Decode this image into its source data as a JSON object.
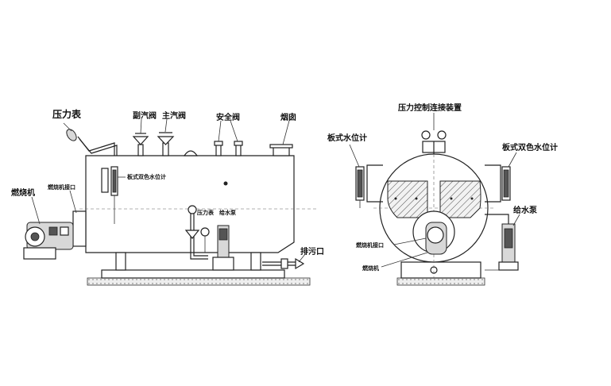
{
  "side_view": {
    "labels": {
      "pressure_gauge": "压力表",
      "auxiliary_valve": "副汽阀",
      "main_valve": "主汽阀",
      "safety_valve": "安全阀",
      "chimney": "烟囱",
      "plate_level_gauge": "板式双色水位计",
      "burner": "燃烧机",
      "burner_interface": "燃烧机接口",
      "small_pressure_gauge": "压力表",
      "feed_pump_small": "给水泵",
      "drain_outlet": "排污口"
    }
  },
  "front_view": {
    "labels": {
      "pressure_control_device": "压力控制连接装置",
      "plate_level_gauge_left": "板式水位计",
      "plate_level_gauge_right": "板式双色水位计",
      "feed_pump": "给水泵",
      "burner_interface": "燃烧机接口",
      "burner": "燃烧机"
    }
  }
}
